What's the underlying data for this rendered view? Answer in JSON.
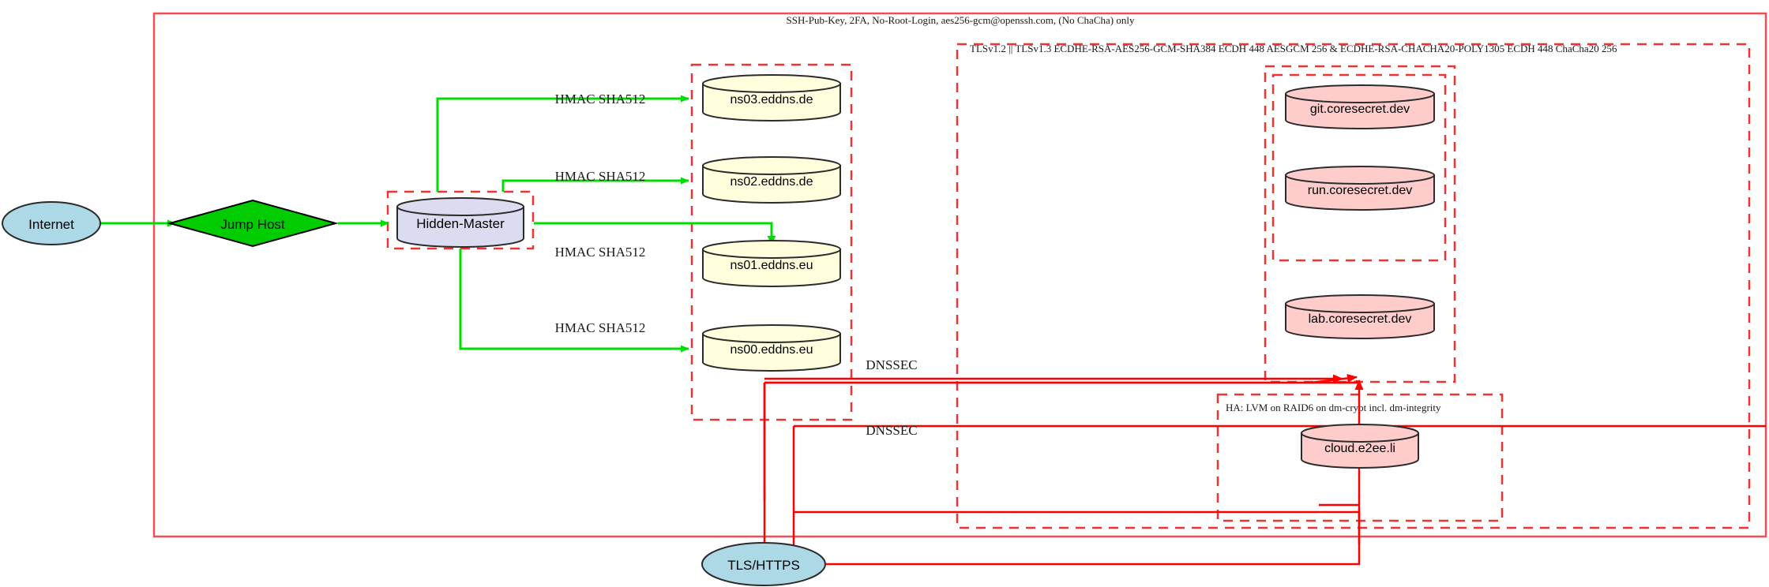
{
  "diagram": {
    "title": "Network security architecture diagram",
    "colors": {
      "boundary_red": "#ff0000",
      "boundary_red_soft": "#f05055",
      "dashed_red": "#ee3333",
      "edge_green": "#00dd00",
      "edge_red": "#ff0000",
      "cloud_fill": "#add8e6",
      "diamond_fill": "#00cc00",
      "master_fill": "#dcdcf0",
      "ns_fill": "#ffffdd",
      "service_fill": "#ffcccc",
      "stroke_dark": "#2b2b2b"
    },
    "boundaries": [
      {
        "id": "ssh-zone",
        "label": "SSH-Pub-Key, 2FA, No-Root-Login, aes256-gcm@openssh.com, (No ChaCha) only",
        "style": "solid"
      },
      {
        "id": "tls-zone",
        "label": "TLSv1.2 || TLSv1.3 ECDHE-RSA-AES256-GCM-SHA384 ECDH 448 AESGCM 256 & ECDHE-RSA-CHACHA20-POLY1305 ECDH 448 ChaCha20 256",
        "style": "dashed"
      },
      {
        "id": "ha-zone",
        "label": "HA: LVM on RAID6 on dm-crypt incl. dm-integrity",
        "style": "dashed"
      },
      {
        "id": "ns-cluster",
        "label": "",
        "style": "dashed"
      },
      {
        "id": "master-box",
        "label": "",
        "style": "dashed"
      },
      {
        "id": "coresecret-box",
        "label": "",
        "style": "dashed"
      },
      {
        "id": "services-box",
        "label": "",
        "style": "dashed"
      }
    ],
    "nodes": [
      {
        "id": "internet",
        "label": "Internet",
        "shape": "ellipse"
      },
      {
        "id": "jumphost",
        "label": "Jump Host",
        "shape": "diamond"
      },
      {
        "id": "hiddenmaster",
        "label": "Hidden-Master",
        "shape": "cylinder"
      },
      {
        "id": "ns03",
        "label": "ns03.eddns.de",
        "shape": "cylinder"
      },
      {
        "id": "ns02",
        "label": "ns02.eddns.de",
        "shape": "cylinder"
      },
      {
        "id": "ns01",
        "label": "ns01.eddns.eu",
        "shape": "cylinder"
      },
      {
        "id": "ns00",
        "label": "ns00.eddns.eu",
        "shape": "cylinder"
      },
      {
        "id": "git",
        "label": "git.coresecret.dev",
        "shape": "cylinder"
      },
      {
        "id": "run",
        "label": "run.coresecret.dev",
        "shape": "cylinder"
      },
      {
        "id": "lab",
        "label": "lab.coresecret.dev",
        "shape": "cylinder"
      },
      {
        "id": "cloud",
        "label": "cloud.e2ee.li",
        "shape": "cylinder"
      },
      {
        "id": "tlshttps",
        "label": "TLS/HTTPS",
        "shape": "ellipse"
      }
    ],
    "edges": [
      {
        "from": "internet",
        "to": "jumphost",
        "label": "",
        "color": "green"
      },
      {
        "from": "jumphost",
        "to": "hiddenmaster",
        "label": "",
        "color": "green"
      },
      {
        "from": "hiddenmaster",
        "to": "ns03",
        "label": "HMAC SHA512",
        "color": "green"
      },
      {
        "from": "hiddenmaster",
        "to": "ns02",
        "label": "HMAC SHA512",
        "color": "green"
      },
      {
        "from": "hiddenmaster",
        "to": "ns01",
        "label": "HMAC SHA512",
        "color": "green"
      },
      {
        "from": "hiddenmaster",
        "to": "ns00",
        "label": "HMAC SHA512",
        "color": "green"
      },
      {
        "from": "ns-cluster",
        "to": "coresecret",
        "label": "DNSSEC",
        "color": "red"
      },
      {
        "from": "ns-cluster",
        "to": "ha-zone",
        "label": "DNSSEC",
        "color": "red"
      },
      {
        "from": "tlshttps",
        "to": "services",
        "label": "",
        "color": "red"
      }
    ],
    "edge_labels": {
      "hmac": "HMAC SHA512",
      "dnssec": "DNSSEC"
    }
  }
}
